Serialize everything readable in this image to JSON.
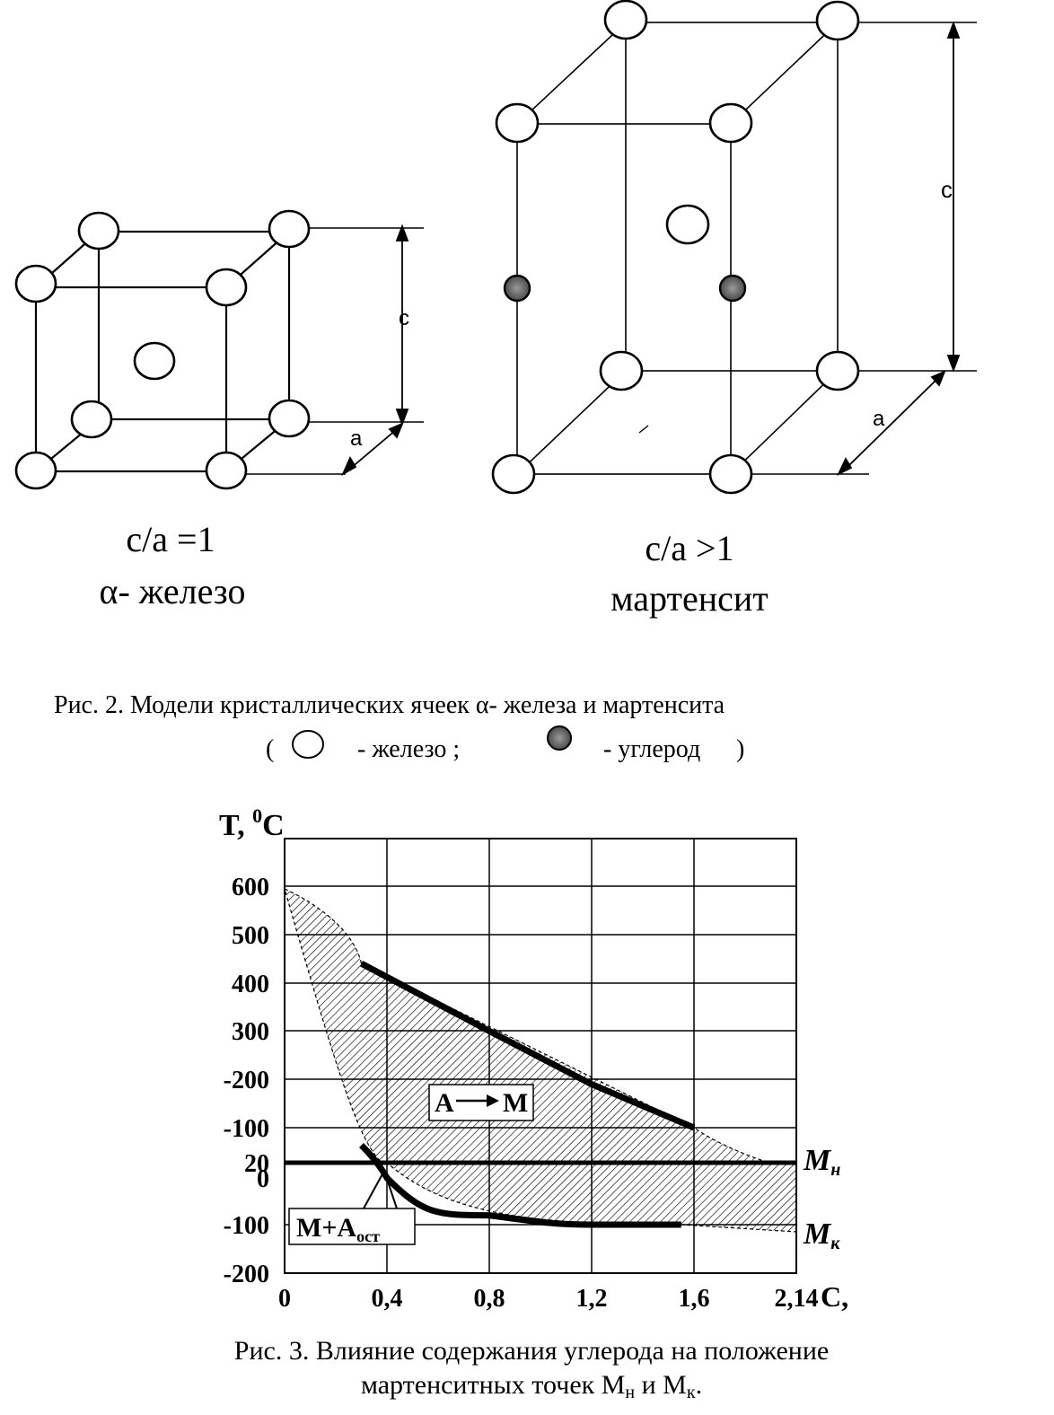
{
  "figure2": {
    "cell_left": {
      "dim_c": "c",
      "dim_a": "a",
      "ratio": "c/a =1",
      "name": "α- железо"
    },
    "cell_right": {
      "dim_c": "c",
      "dim_a": "a",
      "ratio": "c/a >1",
      "name": "мартенсит"
    },
    "caption": "Рис. 2. Модели кристаллических ячеек α- железа и мартенсита",
    "legend": {
      "open": "(",
      "iron": "- железо ;",
      "carbon": "- углерод",
      "close": ")"
    }
  },
  "figure3": {
    "caption_line1": "Рис. 3.   Влияние содержания углерода на положение",
    "caption_line2": "мартенситных точек Мн и Мк.",
    "chart_data": {
      "type": "area",
      "ylabel": "T, 0C",
      "xlabel": "C,",
      "x_ticks": [
        "0",
        "0,4",
        "0,8",
        "1,2",
        "1,6",
        "2,14"
      ],
      "y_ticks": [
        "600",
        "500",
        "400",
        "300",
        "-200",
        "-100",
        "20",
        "0",
        "-100",
        "-200"
      ],
      "grid": true,
      "series": [
        {
          "name": "Mн",
          "x": [
            0.3,
            0.8,
            1.2,
            1.6
          ],
          "y": [
            440,
            300,
            190,
            100
          ]
        },
        {
          "name": "Mк",
          "x": [
            0.3,
            0.4,
            0.8,
            1.2,
            1.55
          ],
          "y": [
            60,
            0,
            -80,
            -100,
            -100
          ]
        }
      ],
      "reference_line": {
        "label": "20",
        "y": 20
      },
      "regions": [
        {
          "label": "А → М"
        },
        {
          "label": "М+Аост"
        }
      ],
      "line_labels": {
        "upper": "Mн",
        "lower": "Mк"
      }
    }
  }
}
